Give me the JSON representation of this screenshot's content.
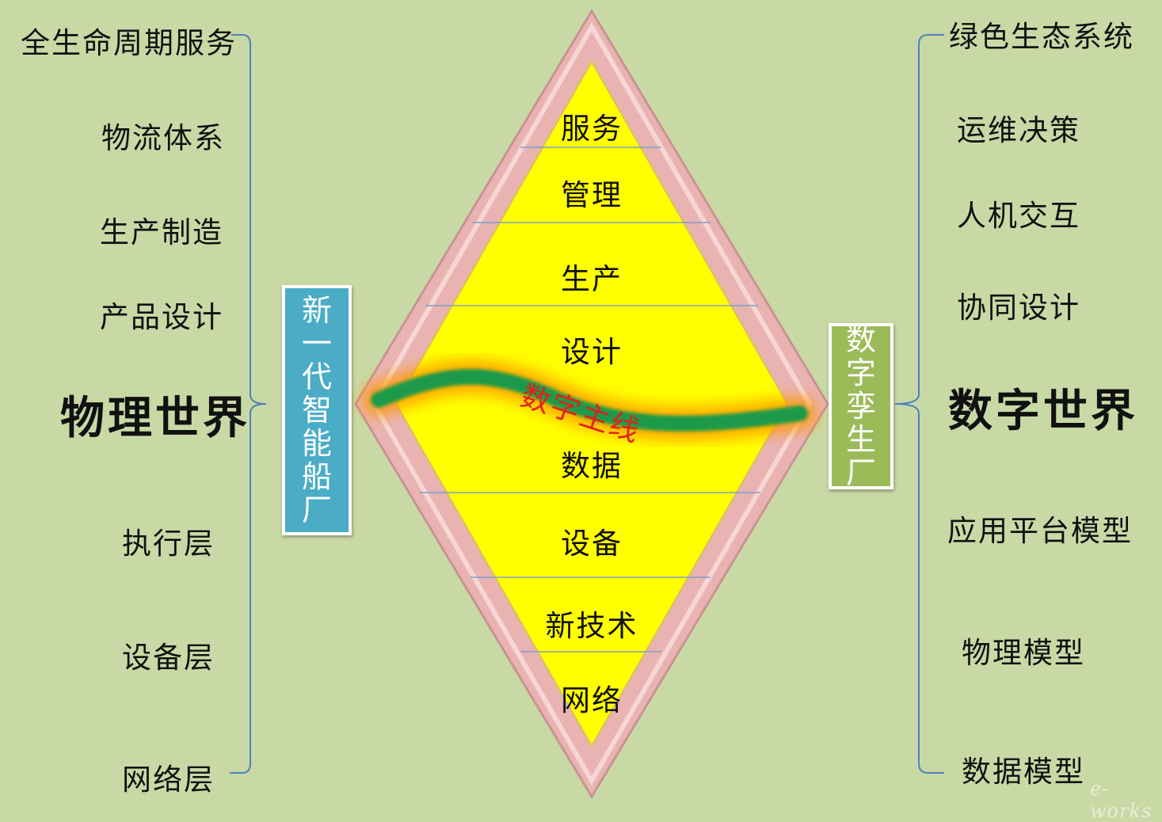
{
  "left": {
    "items": [
      "全生命周期服务",
      "物流体系",
      "生产制造",
      "产品设计"
    ],
    "title": "物理世界",
    "lower_items": [
      "执行层",
      "设备层",
      "网络层"
    ],
    "box": [
      "新",
      "一",
      "代",
      "智",
      "能",
      "船",
      "厂"
    ]
  },
  "right": {
    "items": [
      "绿色生态系统",
      "运维决策",
      "人机交互",
      "协同设计"
    ],
    "title": "数字世界",
    "lower_items": [
      "应用平台模型",
      "物理模型",
      "数据模型"
    ],
    "box": [
      "数",
      "字",
      "孪",
      "生",
      "厂"
    ]
  },
  "diamond": {
    "layers": [
      "服务",
      "管理",
      "生产",
      "设计",
      "数据",
      "设备",
      "新技术",
      "网络"
    ],
    "thread_label": "数字主线"
  },
  "watermark": "e-works",
  "colors": {
    "background": "#c9d9a6",
    "diamond_fill": "#ffff00",
    "diamond_border": "#e9b3b2",
    "left_box": "#4bacc6",
    "right_box": "#9bbb59",
    "thread": "#1a9a4a",
    "thread_glow": "#ff9a00",
    "thread_label": "#e0221a",
    "bracket": "#4f81bd"
  }
}
